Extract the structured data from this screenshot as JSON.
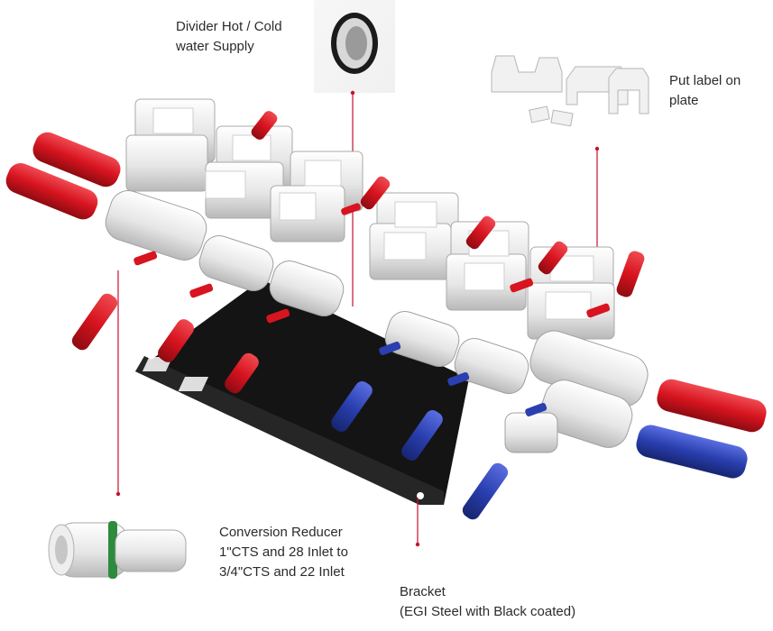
{
  "callouts": {
    "divider": {
      "line1": "Divider Hot / Cold",
      "line2": "water Supply"
    },
    "label_plate": {
      "line1": "Put label on",
      "line2": "plate"
    },
    "reducer": {
      "line1": "Conversion Reducer",
      "line2": "1\"CTS and 28 Inlet to",
      "line3": "3/4\"CTS and 22 Inlet"
    },
    "bracket": {
      "line1": "Bracket",
      "line2": "(EGI Steel with Black coated)"
    }
  },
  "colors": {
    "hot": "#d7141f",
    "cold": "#2a3fb0",
    "fitting": "#e9e9e9",
    "bracket": "#151515",
    "leader": "#c8102e"
  },
  "icons": [
    "divider-ring-icon",
    "label-clip-icon",
    "reducer-fitting-icon",
    "manifold-assembly"
  ]
}
